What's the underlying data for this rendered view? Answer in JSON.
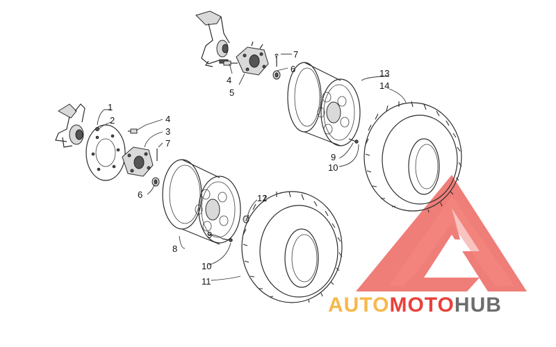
{
  "callouts": [
    {
      "label": "1"
    },
    {
      "label": "2"
    },
    {
      "label": "3"
    },
    {
      "label": "4"
    },
    {
      "label": "4"
    },
    {
      "label": "5"
    },
    {
      "label": "6"
    },
    {
      "label": "6"
    },
    {
      "label": "7"
    },
    {
      "label": "7"
    },
    {
      "label": "8"
    },
    {
      "label": "9"
    },
    {
      "label": "9"
    },
    {
      "label": "10"
    },
    {
      "label": "10"
    },
    {
      "label": "11"
    },
    {
      "label": "12"
    },
    {
      "label": "13"
    },
    {
      "label": "14"
    }
  ],
  "watermark": {
    "part1": "AUTO",
    "part2": "MOTO",
    "part3": "HUB",
    "color_orange": "#f7b84a",
    "color_red": "#e8413a",
    "color_grey": "#6d6d6d"
  }
}
